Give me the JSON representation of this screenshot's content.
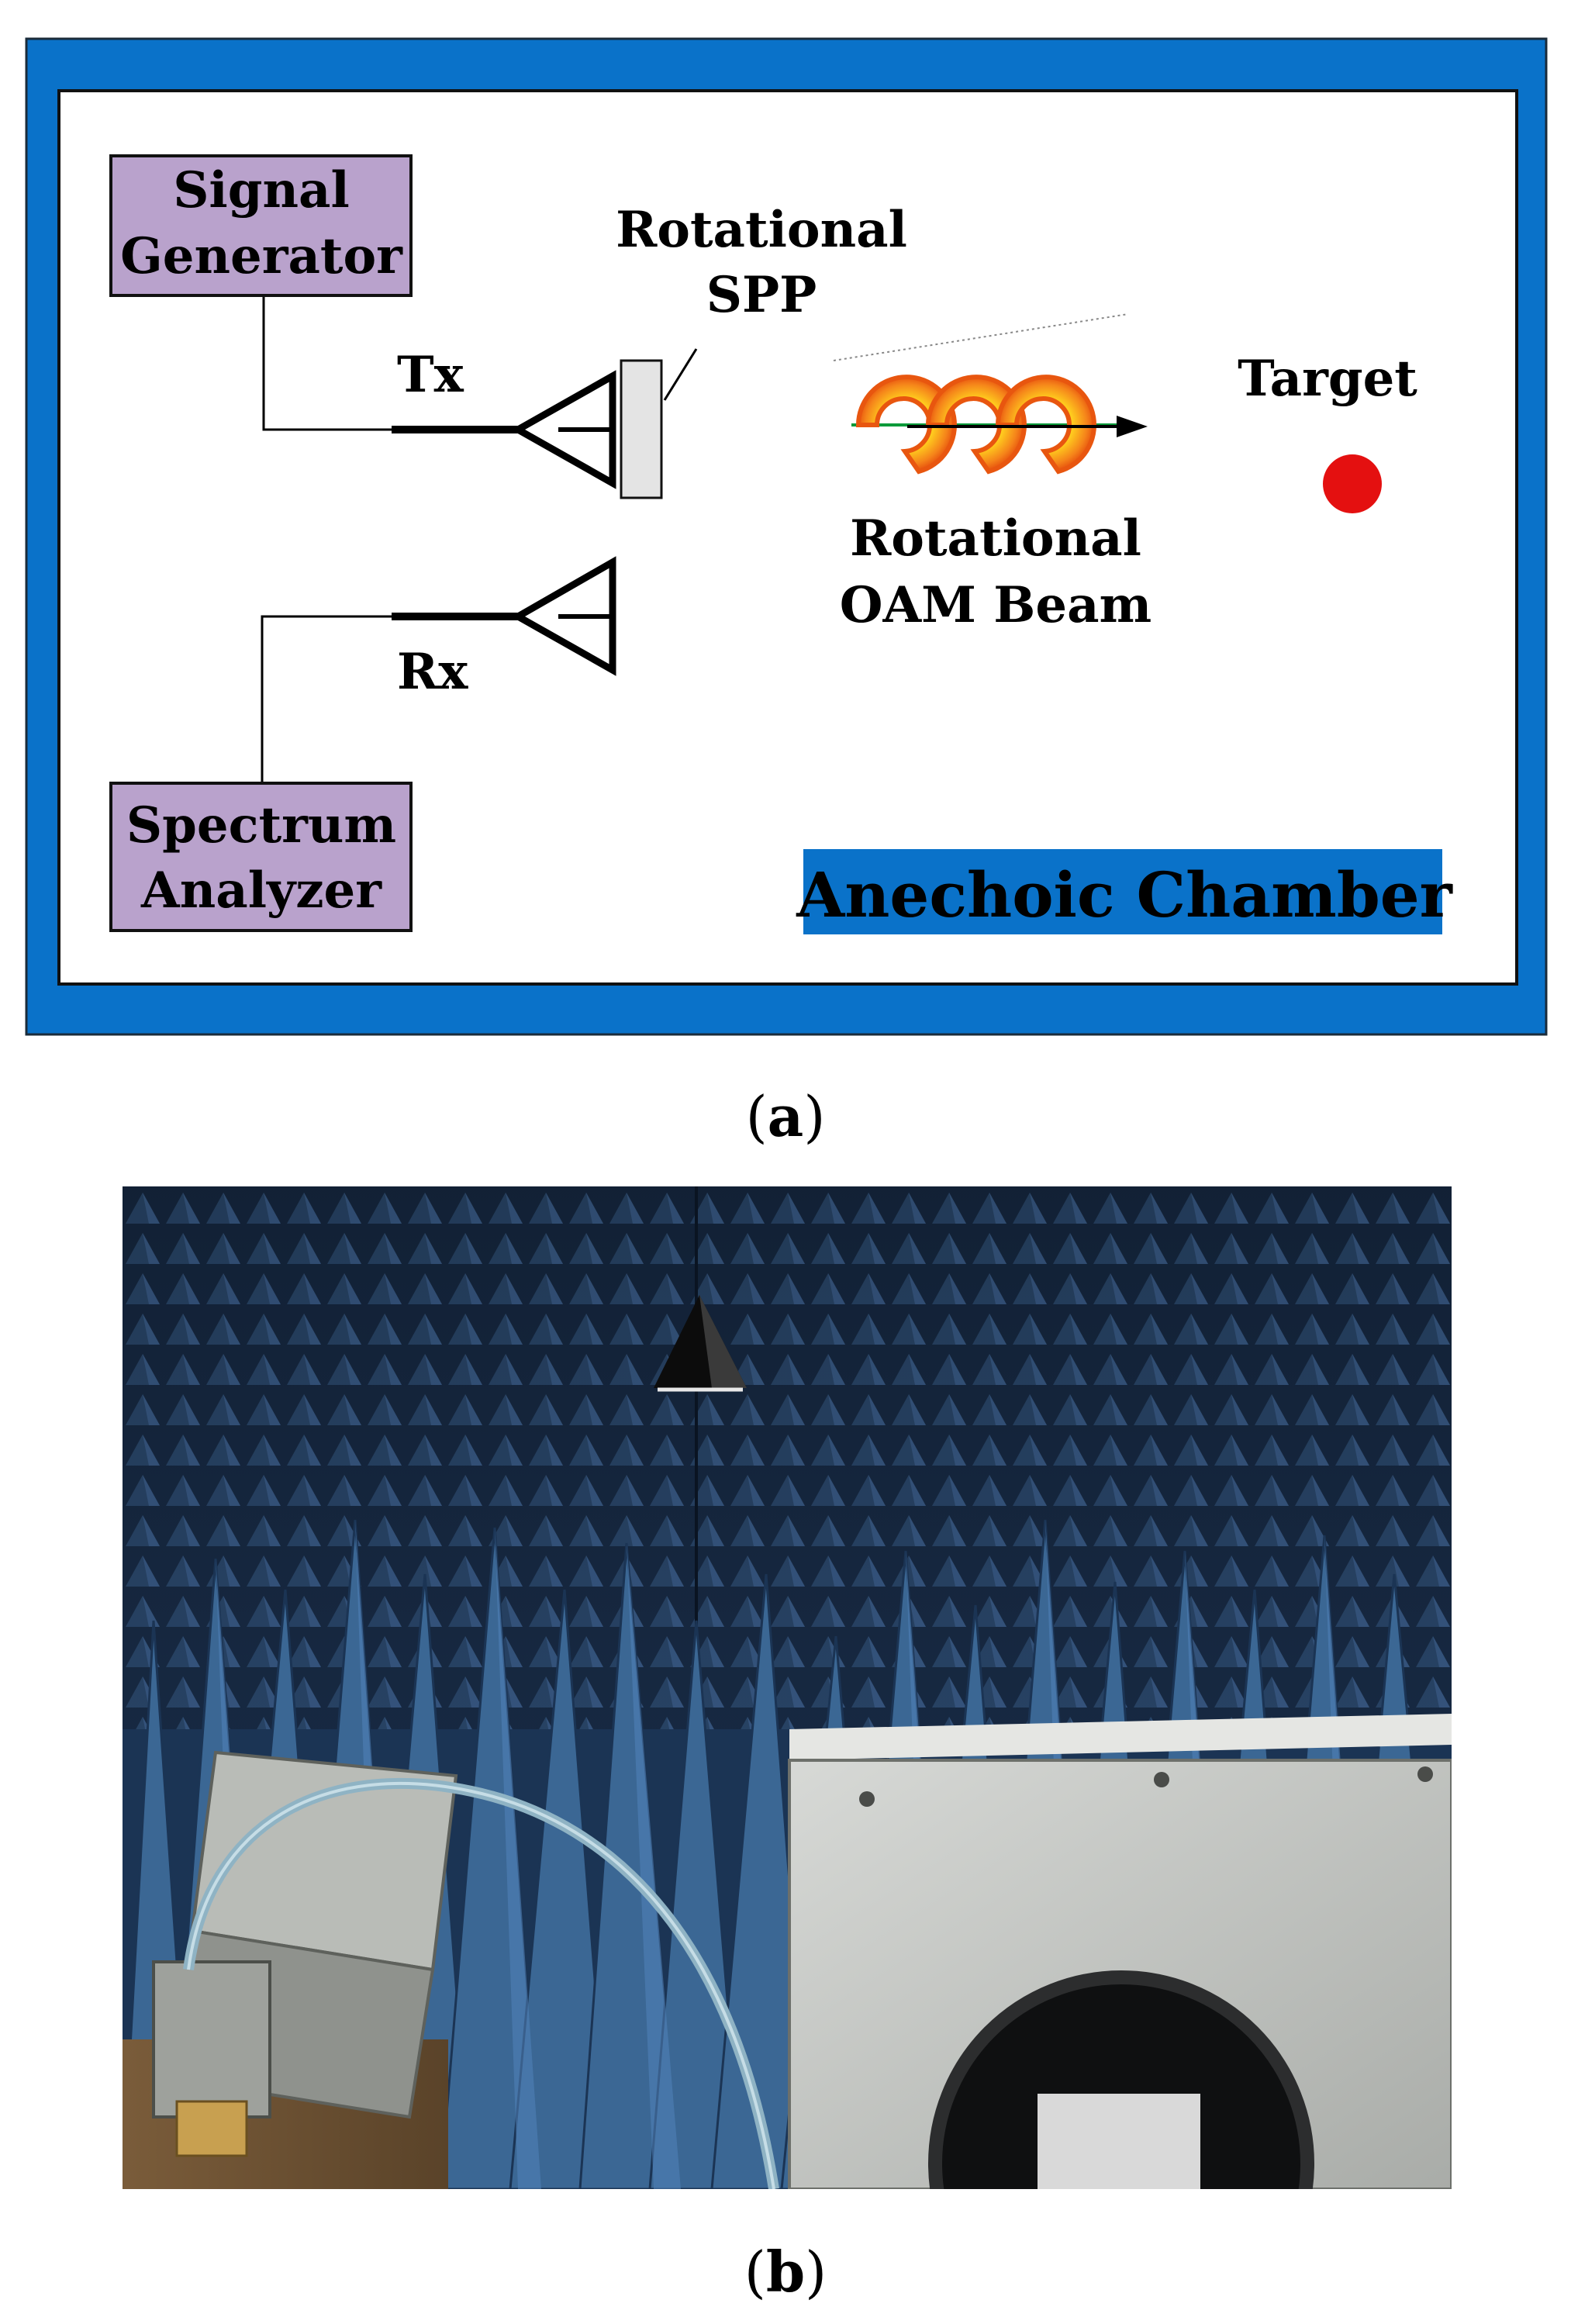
{
  "figure_a": {
    "caption_letter": "a",
    "blocks": {
      "signal_generator": [
        "Signal",
        "Generator"
      ],
      "spectrum_analyzer": [
        "Spectrum",
        "Analyzer"
      ]
    },
    "labels": {
      "tx": "Tx",
      "rx": "Rx",
      "spp": [
        "Rotational",
        "SPP"
      ],
      "beam": [
        "Rotational",
        "OAM Beam"
      ],
      "target": "Target",
      "chamber": "Anechoic Chamber"
    },
    "colors": {
      "frame": "#0a72c9",
      "block_fill": "#b9a2cc",
      "target": "#e41010",
      "badge": "#0a72c9",
      "beam_outer": "#f08a1a",
      "beam_inner": "#ffe21a"
    }
  },
  "figure_b": {
    "caption_letter": "b"
  }
}
